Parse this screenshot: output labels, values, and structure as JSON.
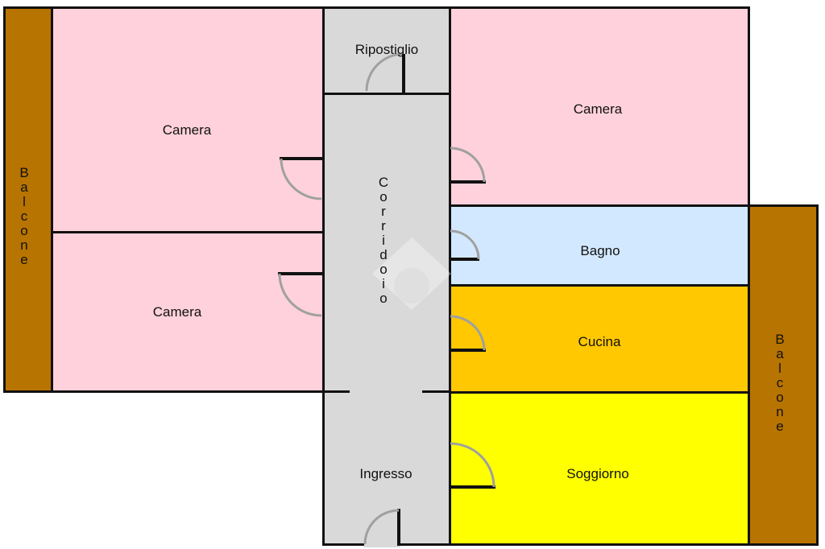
{
  "rooms": {
    "balcone_left": "Balcone",
    "camera_top_left": "Camera",
    "camera_bottom_left": "Camera",
    "ripostiglio": "Ripostiglio",
    "corridoio": "Corridoio",
    "ingresso": "Ingresso",
    "camera_top_right": "Camera",
    "bagno": "Bagno",
    "cucina": "Cucina",
    "soggiorno": "Soggiorno",
    "balcone_right": "Balcone"
  },
  "colors": {
    "camera": "#ffd1dc",
    "balcone": "#b87400",
    "service": "#d9d9d9",
    "bagno": "#d2e8ff",
    "cucina": "#ffc800",
    "soggiorno": "#ffff00",
    "wall": "#111111",
    "door_arc": "#a0a0a0"
  }
}
